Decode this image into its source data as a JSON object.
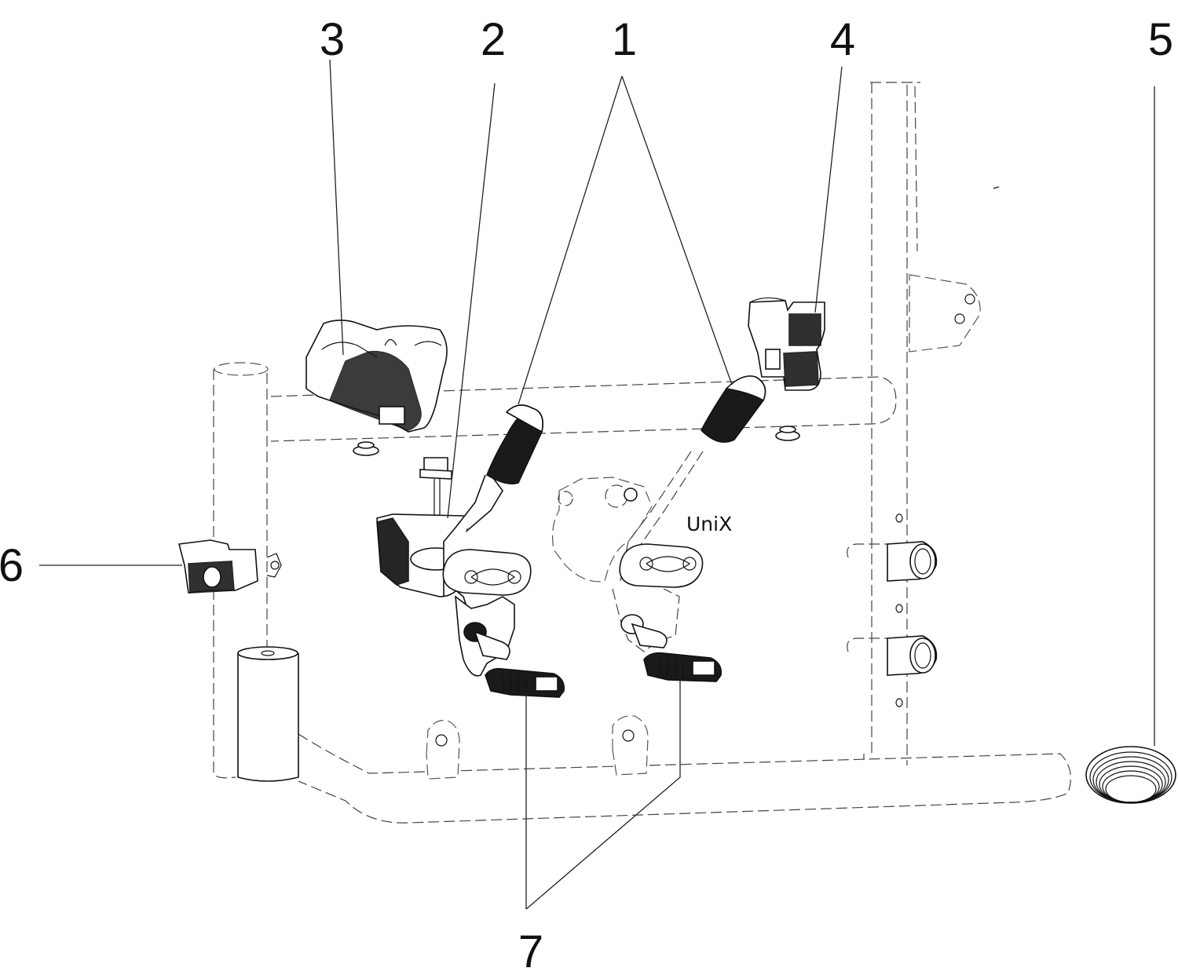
{
  "callouts": {
    "c1": "1",
    "c2": "2",
    "c3": "3",
    "c4": "4",
    "c5": "5",
    "c6": "6",
    "c7": "7"
  },
  "model_label": "UniX"
}
